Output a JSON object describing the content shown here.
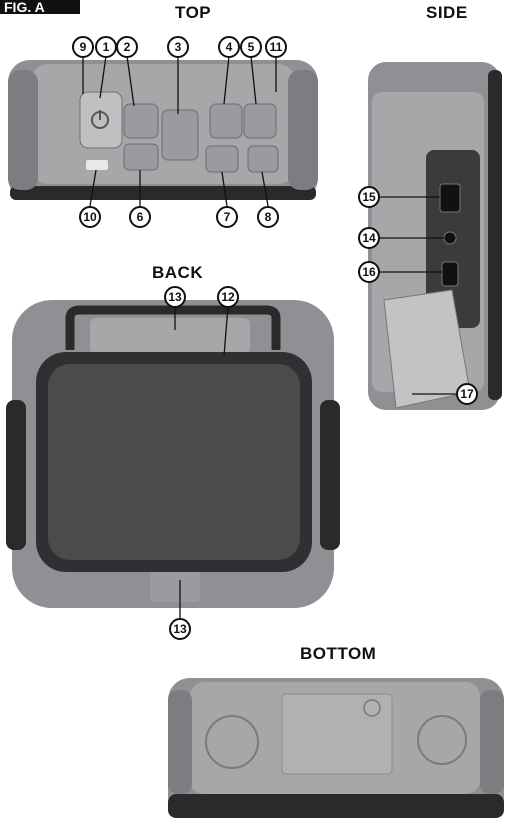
{
  "figure_label": "FIG. A",
  "views": {
    "top": "TOP",
    "side": "SIDE",
    "back": "BACK",
    "bottom": "BOTTOM"
  },
  "callouts": {
    "c1": "1",
    "c2": "2",
    "c3": "3",
    "c4": "4",
    "c5": "5",
    "c6": "6",
    "c7": "7",
    "c8": "8",
    "c9": "9",
    "c10": "10",
    "c11": "11",
    "c12": "12",
    "c13a": "13",
    "c13b": "13",
    "c14": "14",
    "c15": "15",
    "c16": "16",
    "c17": "17"
  },
  "colors": {
    "housing": "#8f9093",
    "housing_light": "#b6b7b9",
    "panel_dark": "#3a3b3d",
    "grille": "#4a4b4d",
    "bumper": "#2a2a2b"
  }
}
